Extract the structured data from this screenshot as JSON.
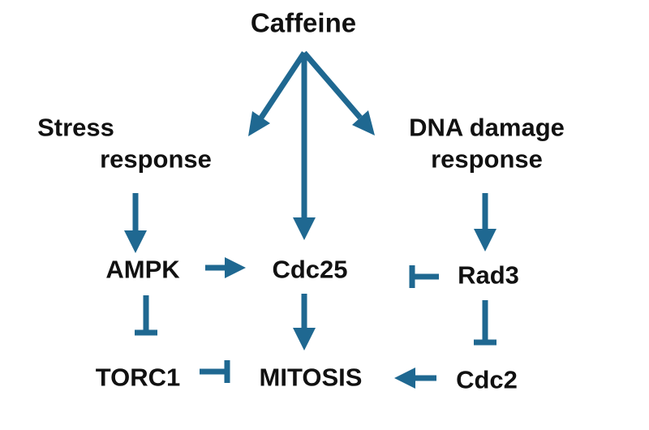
{
  "colors": {
    "arrow": "#1f6891",
    "text": "#111111",
    "background": "#ffffff"
  },
  "nodes": {
    "caffeine": "Caffeine",
    "stress_line1": "Stress",
    "stress_line2": "response",
    "dna_line1": "DNA damage",
    "dna_line2": "response",
    "ampk": "AMPK",
    "cdc25": "Cdc25",
    "rad3": "Rad3",
    "torc1": "TORC1",
    "mitosis": "MITOSIS",
    "cdc2": "Cdc2"
  },
  "edges": [
    {
      "from": "Caffeine",
      "to": "Stress response",
      "type": "activation"
    },
    {
      "from": "Caffeine",
      "to": "Cdc25",
      "type": "activation"
    },
    {
      "from": "Caffeine",
      "to": "DNA damage response",
      "type": "activation"
    },
    {
      "from": "Stress response",
      "to": "AMPK",
      "type": "activation"
    },
    {
      "from": "DNA damage response",
      "to": "Rad3",
      "type": "activation"
    },
    {
      "from": "AMPK",
      "to": "Cdc25",
      "type": "activation"
    },
    {
      "from": "Rad3",
      "to": "Cdc25",
      "type": "inhibition"
    },
    {
      "from": "AMPK",
      "to": "TORC1",
      "type": "inhibition"
    },
    {
      "from": "Cdc25",
      "to": "MITOSIS",
      "type": "activation"
    },
    {
      "from": "Rad3",
      "to": "Cdc2",
      "type": "inhibition"
    },
    {
      "from": "TORC1",
      "to": "MITOSIS",
      "type": "inhibition"
    },
    {
      "from": "Cdc2",
      "to": "MITOSIS",
      "type": "activation"
    }
  ]
}
